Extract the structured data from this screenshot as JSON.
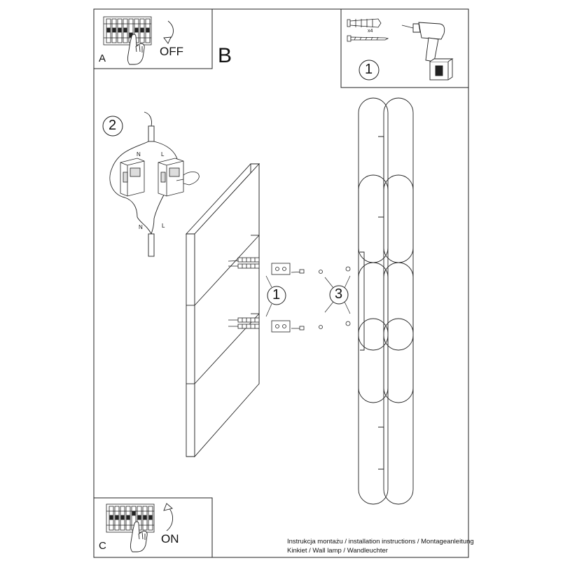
{
  "panel_a": {
    "letter": "A",
    "switch_state": "OFF"
  },
  "panel_b": {
    "letter": "B"
  },
  "panel_c": {
    "letter": "C",
    "switch_state": "ON"
  },
  "tools": {
    "quantity": "x4",
    "step": "1"
  },
  "wiring": {
    "step": "2",
    "neutral": "N",
    "live": "L"
  },
  "mounting": {
    "step_bracket": "1",
    "step_screws": "3"
  },
  "footer": {
    "line1": "Instrukcja montażu / installation instructions / Montageanleitung",
    "line2": "Kinkiet / Wall lamp / Wandleuchter"
  }
}
